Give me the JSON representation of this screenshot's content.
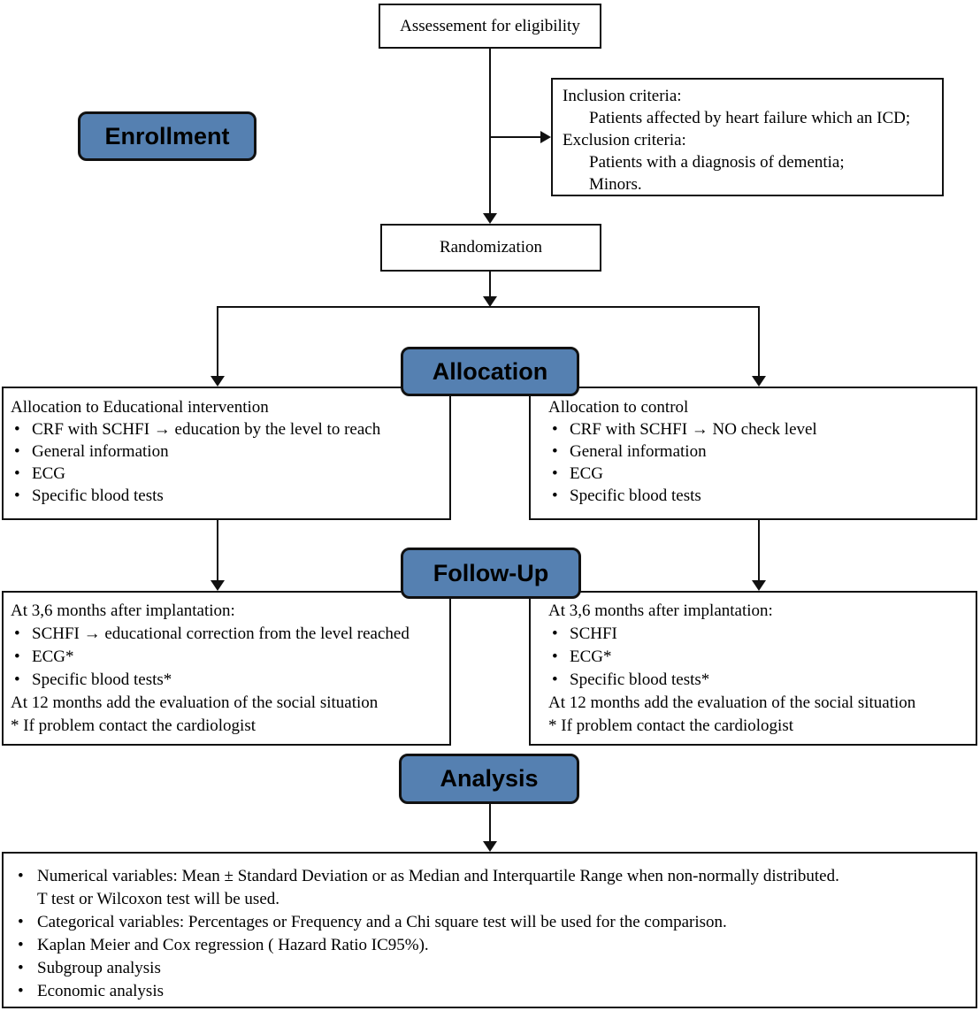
{
  "colors": {
    "label_bg": "#5580B1",
    "line": "#111111"
  },
  "glyphs": {
    "bullet": "•"
  },
  "labels": {
    "enrollment": "Enrollment",
    "allocation": "Allocation",
    "followup": "Follow-Up",
    "analysis": "Analysis"
  },
  "nodes": {
    "eligibility": {
      "text": "Assessement for eligibility"
    },
    "criteria": {
      "lines": [
        {
          "text": "Inclusion criteria:"
        },
        {
          "text": "Patients affected by heart failure which an ICD;"
        },
        {
          "text": "Exclusion criteria:"
        },
        {
          "text": "Patients with a diagnosis of dementia;"
        },
        {
          "text": "Minors."
        }
      ]
    },
    "randomization": {
      "text": "Randomization"
    },
    "alloc_left": {
      "lines": [
        {
          "text": "Allocation to Educational intervention"
        },
        {
          "text": "CRF with SCHFI → education by the level to reach"
        },
        {
          "text": "General information"
        },
        {
          "text": "ECG"
        },
        {
          "text": "Specific blood tests"
        }
      ]
    },
    "alloc_right": {
      "lines": [
        {
          "text": "Allocation to control"
        },
        {
          "text": "CRF with SCHFI → NO check level"
        },
        {
          "text": "General information"
        },
        {
          "text": "ECG"
        },
        {
          "text": "Specific blood tests"
        }
      ]
    },
    "fu_left": {
      "lines": [
        {
          "text": "At 3,6 months after implantation:"
        },
        {
          "text": "SCHFI → educational correction from the level reached"
        },
        {
          "text": "ECG*"
        },
        {
          "text": "Specific blood tests*"
        },
        {
          "text": "At 12 months add the evaluation of the social situation"
        },
        {
          "text": "* If problem contact the cardiologist"
        }
      ]
    },
    "fu_right": {
      "lines": [
        {
          "text": "At 3,6 months after implantation:"
        },
        {
          "text": "SCHFI"
        },
        {
          "text": "ECG*"
        },
        {
          "text": "Specific blood tests*"
        },
        {
          "text": "At 12 months add the evaluation of the social situation"
        },
        {
          "text": "* If problem contact the cardiologist"
        }
      ]
    },
    "analysis": {
      "lines": [
        {
          "text": "Numerical variables: Mean ± Standard Deviation or as Median and Interquartile Range when non-normally distributed."
        },
        {
          "text": "T test or Wilcoxon test will be used."
        },
        {
          "text": "Categorical variables: Percentages or Frequency and a Chi square test will be used for the comparison."
        },
        {
          "text": "Kaplan Meier and Cox regression ( Hazard Ratio IC95%)."
        },
        {
          "text": "Subgroup analysis"
        },
        {
          "text": "Economic analysis"
        }
      ]
    }
  }
}
